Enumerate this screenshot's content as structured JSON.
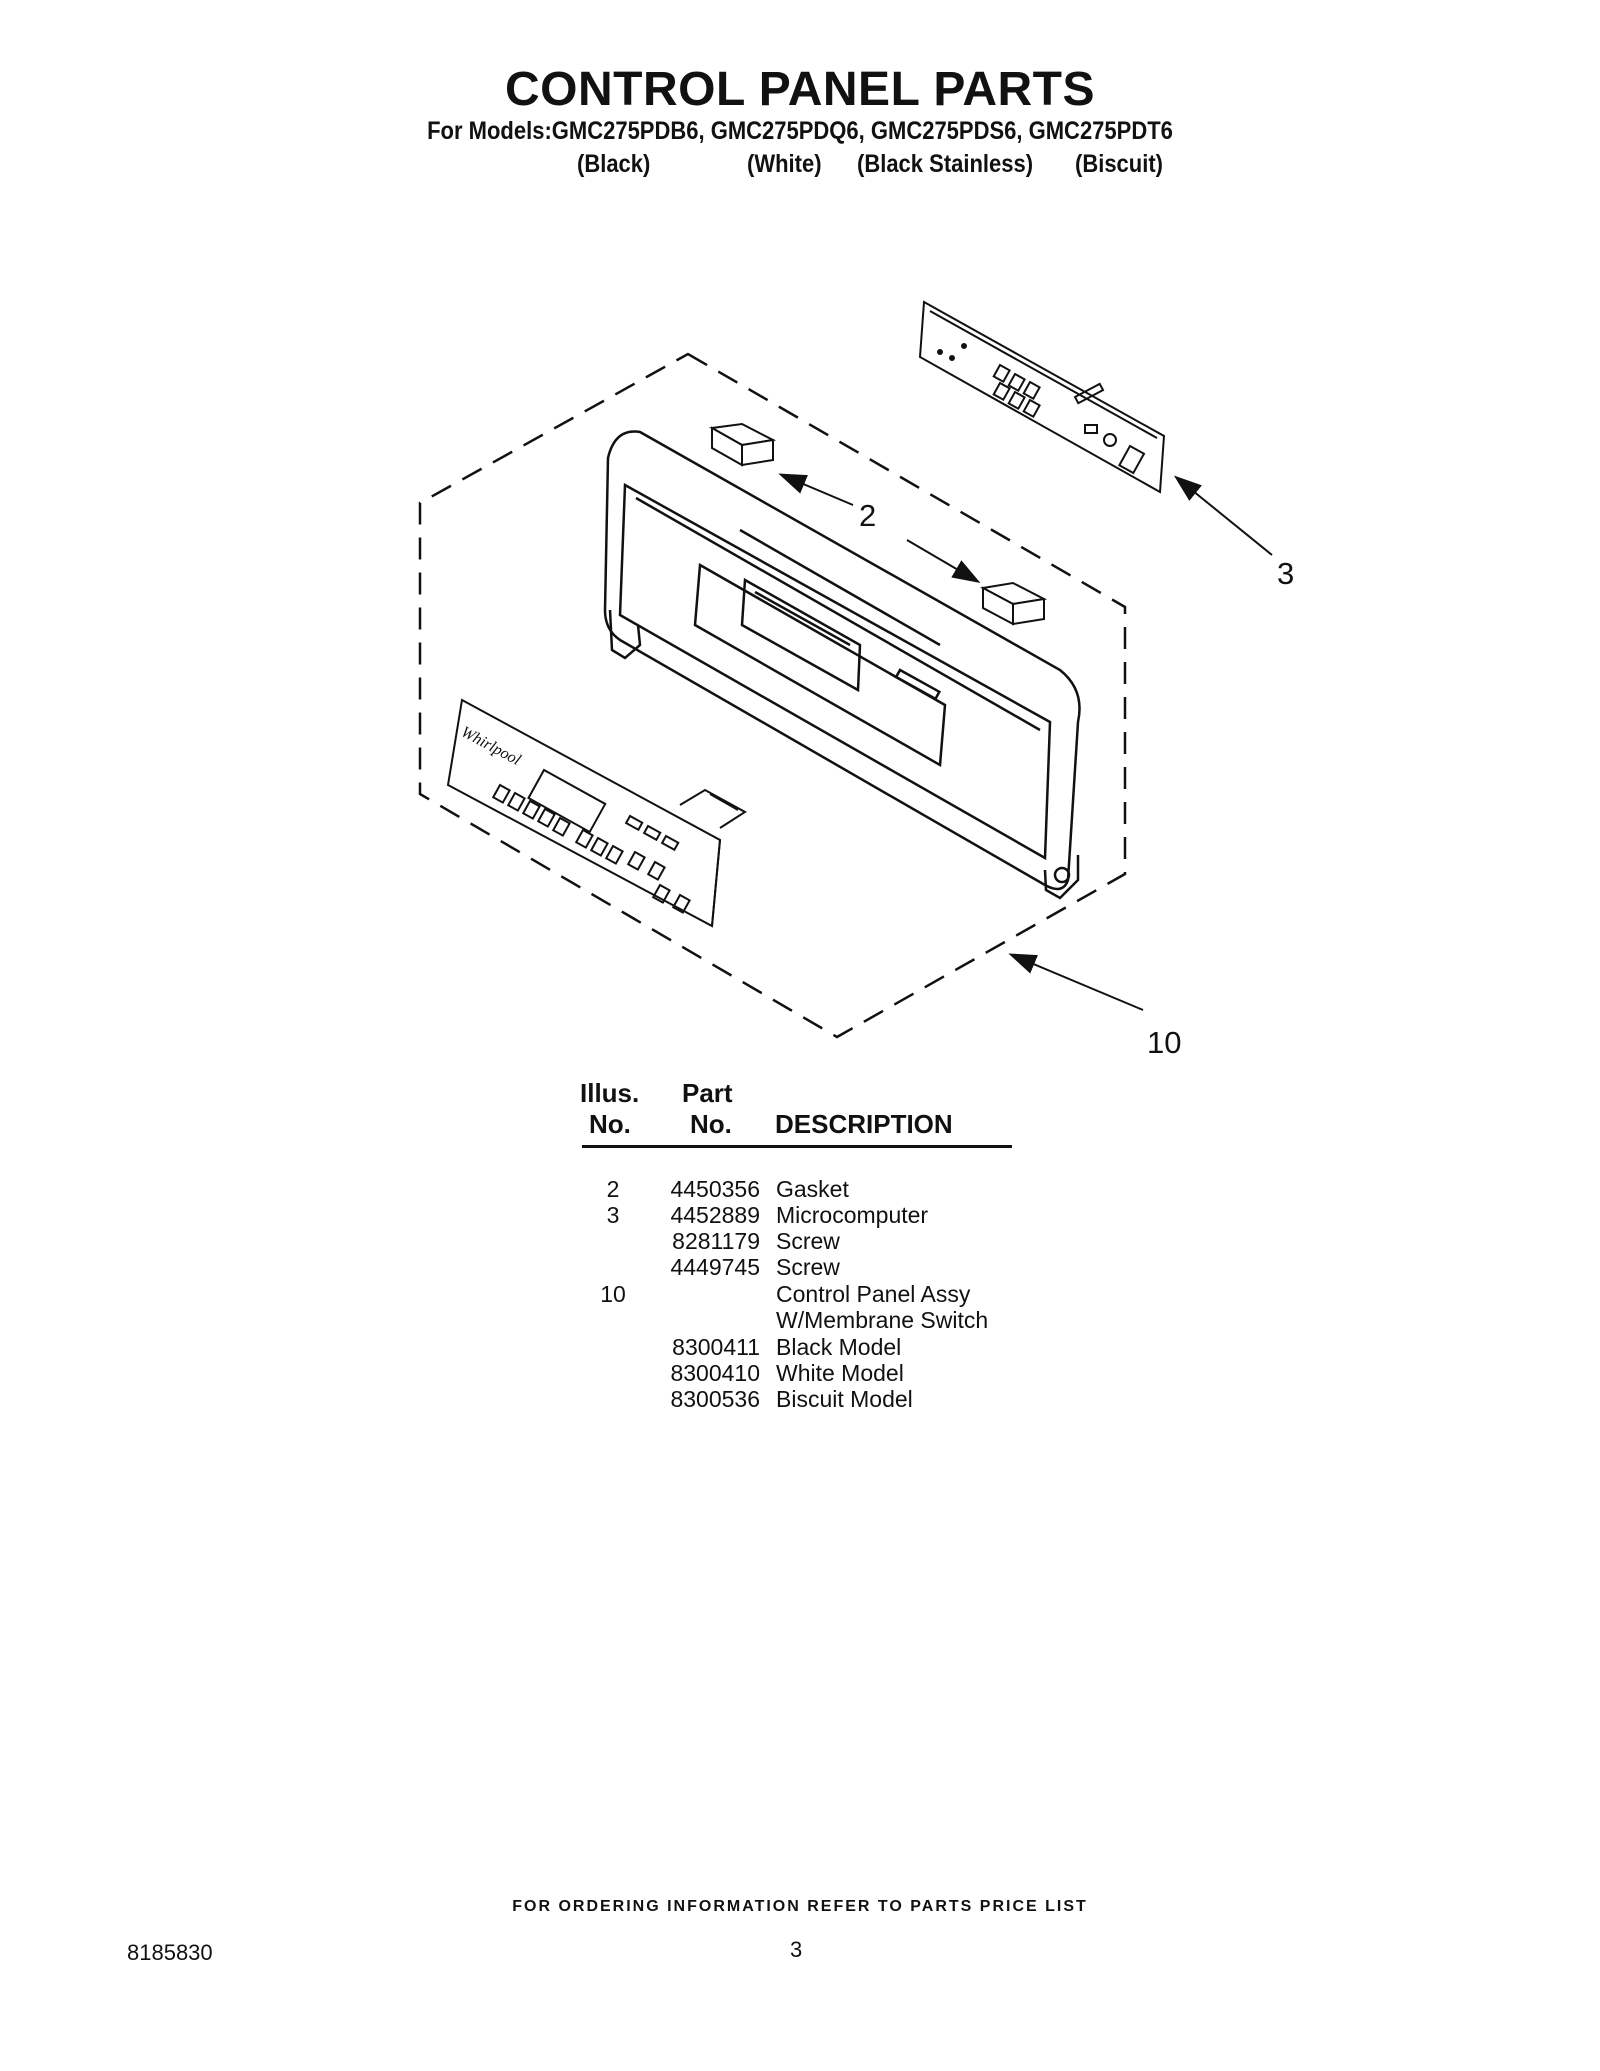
{
  "header": {
    "title": "CONTROL PANEL PARTS",
    "models_line": "For Models:GMC275PDB6, GMC275PDQ6, GMC275PDS6, GMC275PDT6",
    "colors": [
      "(Black)",
      "(White)",
      "(Black Stainless)",
      "(Biscuit)"
    ]
  },
  "diagram": {
    "callouts": [
      "2",
      "3",
      "10"
    ]
  },
  "table": {
    "headers": {
      "illus_top": "Illus.",
      "illus_bottom": "No.",
      "part_top": "Part",
      "part_bottom": "No.",
      "description": "DESCRIPTION"
    },
    "rows": [
      {
        "illus": "2",
        "part": "4450356",
        "description": "Gasket"
      },
      {
        "illus": "3",
        "part": "4452889",
        "description": "Microcomputer"
      },
      {
        "illus": "",
        "part": "8281179",
        "description": "Screw"
      },
      {
        "illus": "",
        "part": "4449745",
        "description": "Screw"
      },
      {
        "illus": "10",
        "part": "",
        "description": "Control Panel Assy"
      },
      {
        "illus": "",
        "part": "",
        "description": "W/Membrane Switch"
      },
      {
        "illus": "",
        "part": "8300411",
        "description": "Black Model"
      },
      {
        "illus": "",
        "part": "8300410",
        "description": "White Model"
      },
      {
        "illus": "",
        "part": "8300536",
        "description": "Biscuit Model"
      }
    ]
  },
  "footer": {
    "note": "FOR ORDERING INFORMATION REFER TO PARTS PRICE LIST",
    "doc_number": "8185830",
    "page_number": "3"
  }
}
